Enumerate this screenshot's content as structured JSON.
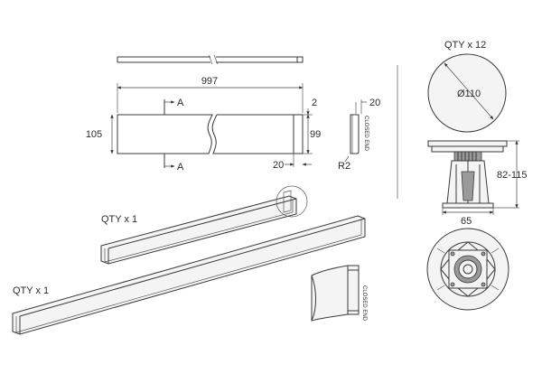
{
  "labels": {
    "length": "997",
    "height": "105",
    "section_a_top": "A",
    "section_a_bottom": "A",
    "lip_small": "2",
    "profile_height": "99",
    "end_width": "20",
    "offset_20": "20",
    "radius": "R2",
    "closed_end_1": "CLOSED END",
    "closed_end_2": "CLOSED END",
    "qty_feet": "QTY x 12",
    "diameter": "Ø110",
    "foot_height_range": "82-115",
    "foot_base_width": "65",
    "qty_upper_strip": "QTY x 1",
    "qty_lower_strip": "QTY x 1"
  }
}
